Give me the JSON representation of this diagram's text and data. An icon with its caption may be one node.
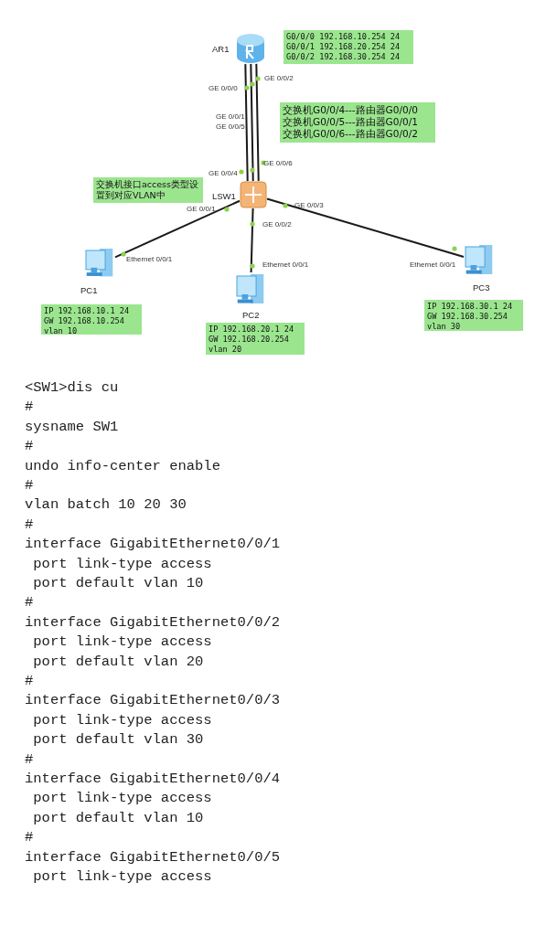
{
  "diagram": {
    "nodes": [
      {
        "text": [],
        "shape": "cylinder",
        "beside": [
          "AR1"
        ]
      },
      {
        "text": [
          "G0/0/0 192.168.10.254 24",
          "G0/0/1 192.168.20.254 24",
          "G0/0/2 192.168.30.254 24"
        ]
      },
      {
        "text": [
          "交换机G0/0/4---路由器G0/0/0",
          "交换机G0/0/5---路由器G0/0/1",
          "交换机G0/0/6---路由器G0/0/2"
        ]
      },
      {
        "text": [
          "交换机接口access类型设置到对应VLAN中"
        ]
      },
      {
        "text": [],
        "shape": "box",
        "beside": [
          "LSW1"
        ]
      },
      {
        "text": [],
        "shape": "computer",
        "beside": [
          "PC1"
        ]
      },
      {
        "text": [
          "IP 192.168.10.1 24",
          "GW 192.168.10.254",
          "vlan 10"
        ]
      },
      {
        "text": [],
        "shape": "computer",
        "beside": [
          "PC2"
        ]
      },
      {
        "text": [
          "IP 192.168.20.1 24",
          "GW 192.168.20.254",
          "vlan 20"
        ]
      },
      {
        "text": [],
        "shape": "computer",
        "beside": [
          "PC3"
        ]
      },
      {
        "text": [
          "IP 192.168.30.1 24",
          "GW 192.168.30.254",
          "vlan 30"
        ]
      }
    ],
    "edges": [
      {
        "from": 0,
        "to": 4,
        "arrow": "none"
      },
      {
        "from": 0,
        "to": 4,
        "arrow": "none"
      },
      {
        "from": 0,
        "to": 4,
        "arrow": "none"
      },
      {
        "from": 4,
        "to": 5,
        "arrow": "none"
      },
      {
        "from": 4,
        "to": 7,
        "arrow": "none"
      },
      {
        "from": 4,
        "to": 9,
        "arrow": "none"
      }
    ],
    "labels": [
      "GE 0/0/2",
      "GE 0/0/0",
      "GE 0/0/1",
      "GE 0/0/5",
      "GE 0/0/6",
      "GE 0/0/4",
      "GE 0/0/1",
      "GE 0/0/3",
      "GE 0/0/2",
      "Ethernet 0/0/1",
      "Ethernet 0/0/1",
      "Ethernet 0/0/1",
      "<SW1>dis cu",
      "#",
      "sysname SW1",
      "#",
      "undo info-center enable",
      "#",
      "vlan batch 10 20 30",
      "#",
      "interface GigabitEthernet0/0/1",
      " port link-type access",
      " port default vlan 10",
      "#",
      "interface GigabitEthernet0/0/2",
      " port link-type access",
      " port default vlan 20",
      "#",
      "interface GigabitEthernet0/0/3",
      " port link-type access",
      " port default vlan 30",
      "#",
      "interface GigabitEthernet0/0/4",
      " port link-type access",
      " port default vlan 10",
      "#",
      "interface GigabitEthernet0/0/5",
      " port link-type access"
    ]
  }
}
